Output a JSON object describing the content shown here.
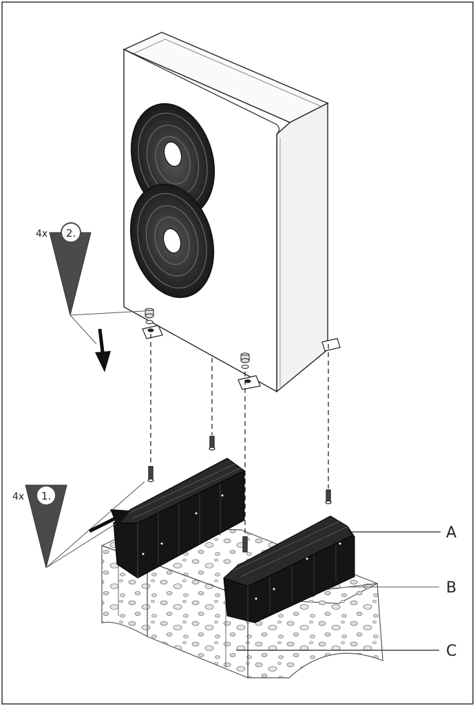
{
  "steps": [
    {
      "count": "4x",
      "number": "2."
    },
    {
      "count": "4x",
      "number": "1."
    }
  ],
  "callouts": [
    {
      "letter": "A"
    },
    {
      "letter": "B"
    },
    {
      "letter": "C"
    }
  ]
}
